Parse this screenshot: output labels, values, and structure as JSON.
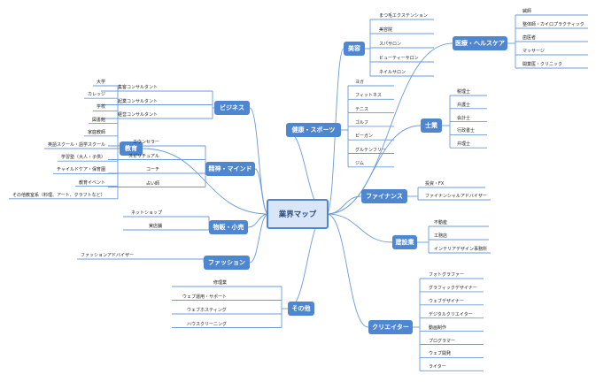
{
  "center": "業界マップ",
  "colors": {
    "main": "#4f86d0",
    "line": "#6b9bd6",
    "center_bg": "#d8e6f7",
    "text": "#222222"
  },
  "categories": {
    "beauty": {
      "label": "美容",
      "items": [
        "まつ毛エクステンション",
        "美容院",
        "スパサロン",
        "ビューティーサロン",
        "ネイルサロン"
      ]
    },
    "medical": {
      "label": "医療・ヘルスケア",
      "items": [
        "鍼師",
        "整体師・カイロプラクティック",
        "歯医者",
        "マッサージ",
        "開業医・クリニック"
      ]
    },
    "business": {
      "label": "ビジネス",
      "items": [
        "集客コンサルタント",
        "起業コンサルタント",
        "経営コンサルタント"
      ]
    },
    "education": {
      "label": "教育",
      "items": [
        "大学",
        "カレッジ",
        "学校",
        "図書館",
        "家庭教師",
        "英語スクール・語学スクール",
        "学習塾（大人・子供）",
        "チャイルドケア・保育園",
        "教育イベント",
        "その他教室系（料理、アート、クラフトなど）"
      ]
    },
    "sports": {
      "label": "健康・スポーツ",
      "items": [
        "ヨガ",
        "フィットネス",
        "テニス",
        "ゴルフ",
        "ピーガン",
        "グルテンフリー",
        "ジム"
      ]
    },
    "shigyo": {
      "label": "士業",
      "items": [
        "税理士",
        "弁護士",
        "会計士",
        "行政書士",
        "弁理士"
      ]
    },
    "mind": {
      "label": "精神・マインド",
      "items": [
        "カウンセラー",
        "スピリチュアル",
        "コーチ",
        "占い師"
      ]
    },
    "finance": {
      "label": "ファイナンス",
      "items": [
        "投資・FX",
        "ファイナンシャルアドバイザー"
      ]
    },
    "retail": {
      "label": "物販・小売",
      "items": [
        "ネットショップ",
        "実店舗"
      ]
    },
    "realestate": {
      "label": "建設業",
      "items": [
        "不動産",
        "工務店",
        "インテリアデザイン事務所"
      ]
    },
    "fashion": {
      "label": "ファッション",
      "items": [
        "ファッションアドバイザー"
      ]
    },
    "other": {
      "label": "その他",
      "items": [
        "修理業",
        "ウェブ運用・サポート",
        "ウェブホスティング",
        "ハウスクリーニング"
      ]
    },
    "creator": {
      "label": "クリエイター",
      "items": [
        "フォトグラファー",
        "グラフィックデザイナー",
        "ウェブデザイナー",
        "デジタルクリエイター",
        "動画制作",
        "プログラマー",
        "ウェブ開発",
        "ライター"
      ]
    }
  }
}
